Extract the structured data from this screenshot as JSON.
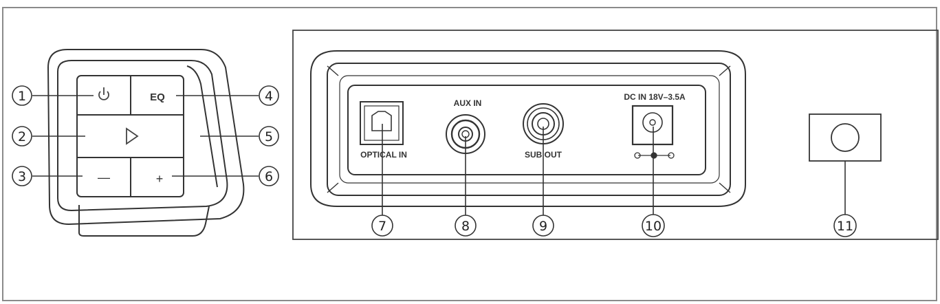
{
  "buttons": {
    "eq_label": "EQ",
    "minus_label": "—",
    "plus_label": "+"
  },
  "ports": {
    "optical": "OPTICAL IN",
    "aux": "AUX IN",
    "sub": "SUB OUT",
    "dc": "DC IN 18V–3.5A"
  },
  "callouts": [
    "1",
    "2",
    "3",
    "4",
    "5",
    "6",
    "7",
    "8",
    "9",
    "10",
    "11"
  ],
  "colors": {
    "stroke": "#333333",
    "frame": "#8a8a8a",
    "background": "#ffffff"
  }
}
